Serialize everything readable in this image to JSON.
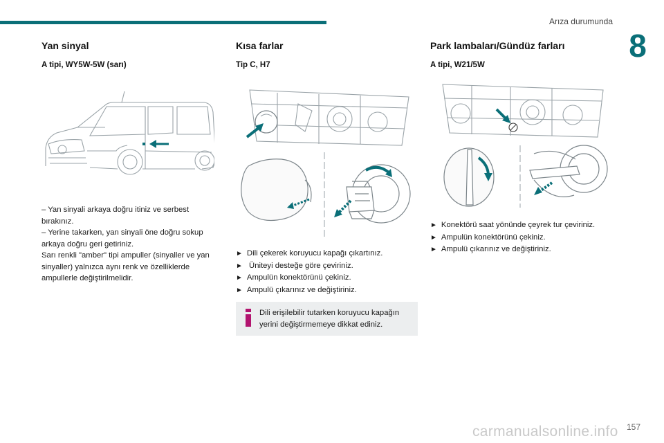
{
  "header": {
    "running_title": "Arıza durumunda",
    "chapter_number": "8"
  },
  "columns": [
    {
      "title": "Yan sinyal",
      "subtitle": "A tipi, WY5W-5W (sarı)",
      "paragraphs": [
        "– Yan sinyali arkaya doğru itiniz ve serbest bırakınız.",
        "– Yerine takarken, yan sinyali öne doğru sokup arkaya doğru geri getiriniz.",
        "Sarı renkli \"amber\" tipi ampuller (sinyaller ve yan sinyaller) yalnızca aynı renk ve özelliklerde ampullerle değiştirilmelidir."
      ]
    },
    {
      "title": "Kısa farlar",
      "subtitle": "Tip C, H7",
      "steps": [
        "Dili çekerek koruyucu kapağı çıkartınız.",
        " Üniteyi desteğe göre çeviriniz.",
        "Ampulün konektörünü çekiniz.",
        "Ampulü çıkarınız ve değiştiriniz."
      ],
      "info": "Dili erişilebilir tutarken koruyucu kapağın yerini değiştirmemeye dikkat ediniz."
    },
    {
      "title": "Park lambaları/Gündüz farları",
      "subtitle": "A tipi, W21/5W",
      "steps": [
        "Konektörü saat yönünde çeyrek tur çeviriniz.",
        "Ampulün konektörünü çekiniz.",
        "Ampulü çıkarınız ve değiştiriniz."
      ]
    }
  ],
  "step_marker": "►",
  "footer": {
    "page_number": "157",
    "watermark": "carmanualsonline.info"
  },
  "colors": {
    "accent": "#0a6f78",
    "line_art": "#9aa3a8",
    "info_box": "#eceeef"
  },
  "icons": [
    "info-icon",
    "arrow-icon"
  ]
}
